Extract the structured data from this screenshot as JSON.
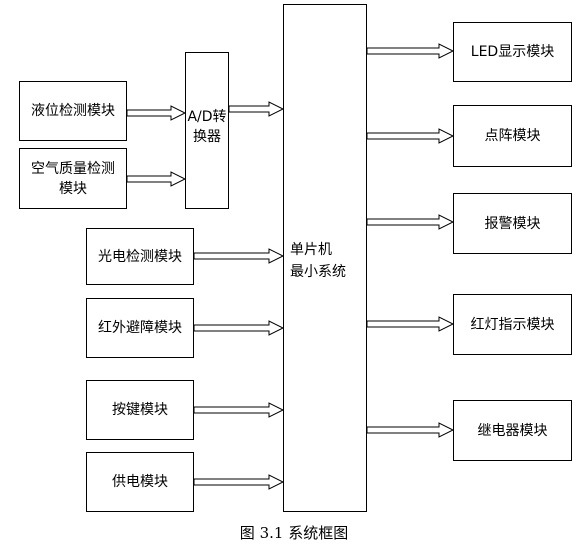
{
  "inputs": [
    {
      "key": "liquid",
      "lines": [
        "液位检测模块"
      ]
    },
    {
      "key": "air",
      "lines": [
        "空气质量检测",
        "模块"
      ]
    },
    {
      "key": "photo",
      "lines": [
        "光电检测模块"
      ]
    },
    {
      "key": "infrared",
      "lines": [
        "红外避障模块"
      ]
    },
    {
      "key": "keys",
      "lines": [
        "按键模块"
      ]
    },
    {
      "key": "power",
      "lines": [
        "供电模块"
      ]
    }
  ],
  "converter": {
    "lines": [
      "A/D转",
      "换器"
    ]
  },
  "mcu": {
    "lines": [
      "单片机",
      "最小系统"
    ]
  },
  "outputs": [
    {
      "key": "led",
      "lines": [
        "LED显示模块"
      ]
    },
    {
      "key": "matrix",
      "lines": [
        "点阵模块"
      ]
    },
    {
      "key": "alarm",
      "lines": [
        "报警模块"
      ]
    },
    {
      "key": "redlight",
      "lines": [
        "红灯指示模块"
      ]
    },
    {
      "key": "relay",
      "lines": [
        "继电器模块"
      ]
    }
  ],
  "caption": "图 3.1  系统框图"
}
